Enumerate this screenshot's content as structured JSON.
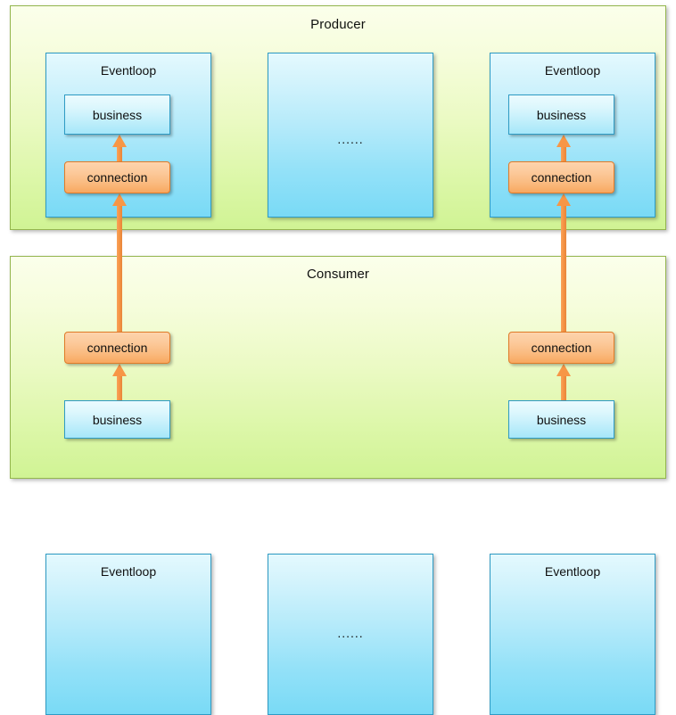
{
  "diagram": {
    "title_producer": "Producer",
    "title_consumer": "Consumer",
    "ellipsis": "......",
    "labels": {
      "eventloop": "Eventloop",
      "business": "business",
      "connection": "connection"
    },
    "colors": {
      "group_border": "#94B64E",
      "group_fill_top": "#FBFFEB",
      "group_fill_bottom": "#D0F394",
      "panel_border": "#2E9BC4",
      "panel_fill_top": "#E4F9FE",
      "panel_fill_bottom": "#79DAF6",
      "connection_border": "#E07B28",
      "connection_fill_top": "#FDD3AC",
      "connection_fill_bottom": "#F8A85F",
      "arrow": "#F79646",
      "text": "#101010"
    },
    "producer": {
      "title": "Producer",
      "panels": [
        {
          "name": "eventloop-1",
          "title": "Eventloop",
          "blocks": [
            {
              "label": "business",
              "kind": "business"
            },
            {
              "label": "connection",
              "kind": "connection"
            }
          ]
        },
        {
          "name": "eventloop-placeholder",
          "title": "",
          "ellipsis": "......"
        },
        {
          "name": "eventloop-n",
          "title": "Eventloop",
          "blocks": [
            {
              "label": "business",
              "kind": "business"
            },
            {
              "label": "connection",
              "kind": "connection"
            }
          ]
        }
      ]
    },
    "consumer": {
      "title": "Consumer",
      "panels": [
        {
          "name": "eventloop-1",
          "title": "Eventloop",
          "blocks": [
            {
              "label": "connection",
              "kind": "connection"
            },
            {
              "label": "business",
              "kind": "business"
            }
          ]
        },
        {
          "name": "eventloop-placeholder",
          "title": "",
          "ellipsis": "......"
        },
        {
          "name": "eventloop-n",
          "title": "Eventloop",
          "blocks": [
            {
              "label": "connection",
              "kind": "connection"
            },
            {
              "label": "business",
              "kind": "business"
            }
          ]
        }
      ]
    },
    "arrows": [
      {
        "name": "producer-1-connection-to-business",
        "direction": "up"
      },
      {
        "name": "producer-n-connection-to-business",
        "direction": "up"
      },
      {
        "name": "consumer-1-business-to-connection",
        "direction": "up"
      },
      {
        "name": "consumer-n-business-to-connection",
        "direction": "up"
      },
      {
        "name": "consumer-1-to-producer-1",
        "direction": "up"
      },
      {
        "name": "consumer-n-to-producer-n",
        "direction": "up"
      }
    ]
  }
}
